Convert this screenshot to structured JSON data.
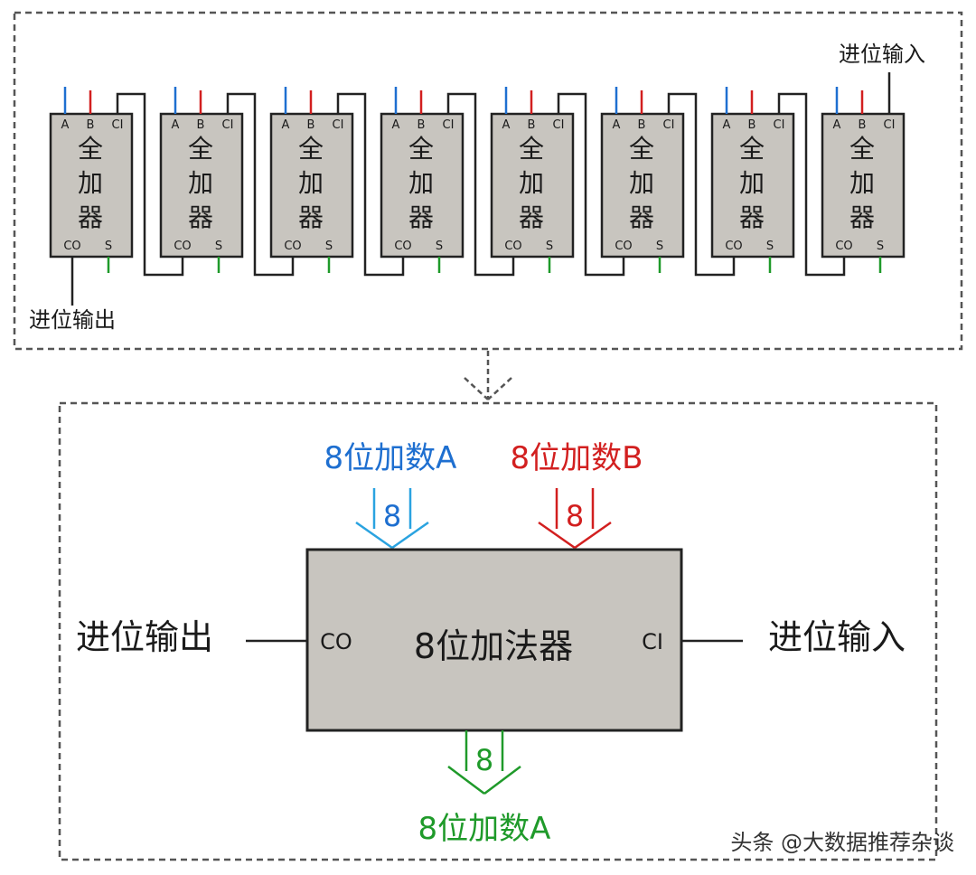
{
  "top": {
    "carry_in_label": "进位输入",
    "carry_out_label": "进位输出",
    "adder": {
      "name_chars": [
        "全",
        "加",
        "器"
      ],
      "pin_a": "A",
      "pin_b": "B",
      "pin_ci": "CI",
      "pin_co": "CO",
      "pin_s": "S"
    },
    "adder_count": 8
  },
  "bottom": {
    "input_a_label": "8位加数A",
    "input_b_label": "8位加数B",
    "bus_width_a": "8",
    "bus_width_b": "8",
    "bus_width_out": "8",
    "adder_label": "8位加法器",
    "pin_co": "CO",
    "pin_ci": "CI",
    "carry_out_label": "进位输出",
    "carry_in_label": "进位输入",
    "output_label": "8位加数A"
  },
  "watermark": "头条 @大数据推荐杂谈",
  "colors": {
    "a_line": "#1e6fd0",
    "b_line": "#d21f1f",
    "s_line": "#1f9a2a",
    "bus_a": "#2aa3e0",
    "chip_fill": "#c8c5bf"
  }
}
